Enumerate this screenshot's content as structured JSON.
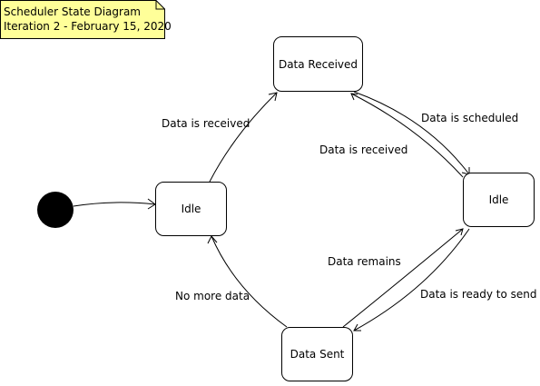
{
  "note": {
    "line1": "Scheduler State Diagram",
    "line2": "Iteration 2 - February 15, 2020",
    "fill_color": "#ffff99"
  },
  "states": {
    "idle_left": "Idle",
    "data_received": "Data Received",
    "idle_right": "Idle",
    "data_sent": "Data Sent"
  },
  "transitions": {
    "data_is_received_1": "Data is received",
    "data_is_scheduled": "Data is scheduled",
    "data_is_received_2": "Data is received",
    "data_remains": "Data remains",
    "data_is_ready_to_send": "Data is ready to send",
    "no_more_data": "No more data"
  },
  "initial_state_color": "#000000"
}
